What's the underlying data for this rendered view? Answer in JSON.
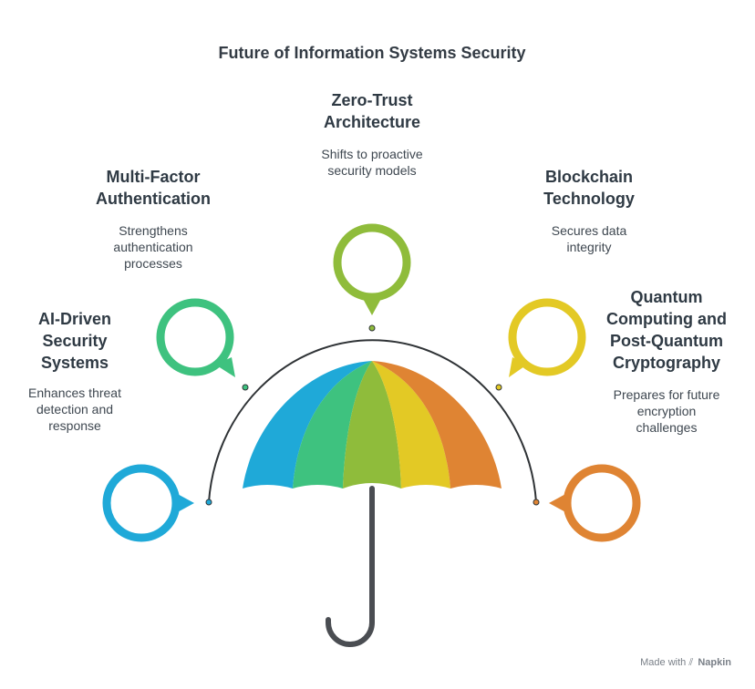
{
  "title": "Future of Information Systems Security",
  "items": [
    {
      "heading": "AI-Driven\nSecurity\nSystems",
      "description": "Enhances threat\ndetection and\nresponse",
      "color": "#1fa9d8"
    },
    {
      "heading": "Multi-Factor\nAuthentication",
      "description": "Strengthens\nauthentication\nprocesses",
      "color": "#3ec27f"
    },
    {
      "heading": "Zero-Trust\nArchitecture",
      "description": "Shifts to proactive\nsecurity models",
      "color": "#8fbc3b"
    },
    {
      "heading": "Blockchain\nTechnology",
      "description": "Secures data\nintegrity",
      "color": "#e3c925"
    },
    {
      "heading": "Quantum\nComputing and\nPost-Quantum\nCryptography",
      "description": "Prepares for future\nencryption\nchallenges",
      "color": "#df8433"
    }
  ],
  "footer": {
    "made_with": "Made with",
    "brand": "Napkin"
  },
  "colors": {
    "handle": "#4a4d52",
    "arc": "#2f3336"
  }
}
